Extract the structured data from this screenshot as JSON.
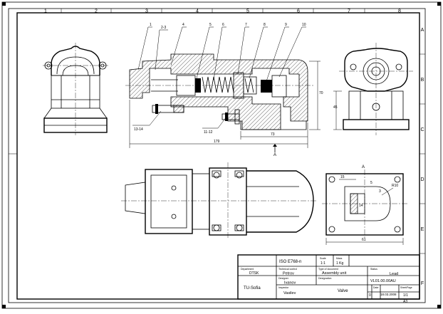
{
  "zone_labels": {
    "columns": [
      "1",
      "2",
      "3",
      "4",
      "5",
      "6",
      "7",
      "8"
    ],
    "rows": [
      "A",
      "B",
      "C",
      "D",
      "E",
      "F"
    ]
  },
  "drawing": {
    "balloons": [
      "1",
      "2-3",
      "4",
      "5",
      "6",
      "7",
      "8",
      "9",
      "10"
    ],
    "callouts": {
      "screws_left": "13-14",
      "screws_mid": "11-12"
    },
    "dimensions": {
      "overall_length": "179",
      "inner_length": "73",
      "height_right": "70",
      "side_height": "45",
      "plan_width": "61",
      "slot_width": "15",
      "radius": "R10",
      "small_a": "5",
      "small_b": "3",
      "depth": "14"
    },
    "section_marks": {
      "view_arrow_top": "A",
      "view_label_plan": "A"
    }
  },
  "title_block": {
    "standard": "ISO E768-n",
    "scale_header": "Scale",
    "scale_value": "1:1",
    "mass_header": "Mass",
    "mass_value": "1 Kg",
    "department_label": "Department",
    "department_value": "DTSK",
    "technical_control_label": "Technical control",
    "technical_control_value": "Petrov",
    "type_label": "Type of document",
    "type_value": "Assembly unit",
    "status_label": "Status",
    "status_value": "Lead",
    "designer_label": "Designer",
    "designer_value": "Ivanov",
    "doc_number": "VL01.00.00AU",
    "organization": "TU-Sofia",
    "inspector_label": "Inspector",
    "inspector_value": "Vasilev",
    "designation_label": "Designation",
    "designation_value": "Valve",
    "date_label": "Date",
    "date_value": "18.03.2008",
    "rev_value": "0",
    "sheet_label": "Sheet/Page",
    "sheet_value": "1/1",
    "format": "A3"
  }
}
